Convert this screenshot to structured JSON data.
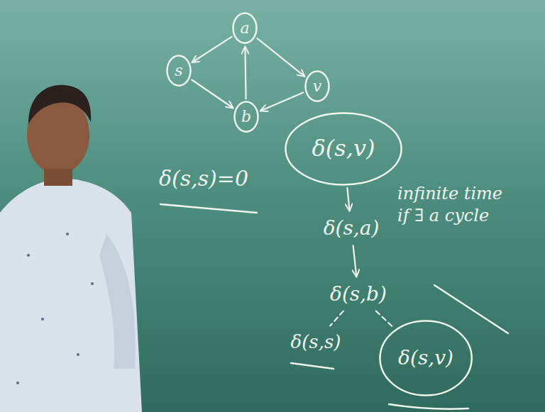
{
  "diagram": {
    "nodes": [
      {
        "text": [
          "a"
        ]
      },
      {
        "text": [
          "s"
        ]
      },
      {
        "text": [
          "v"
        ]
      },
      {
        "text": [
          "b"
        ]
      },
      {
        "text": [
          "δ(s,v)"
        ]
      },
      {
        "text": [
          "δ(s,a)"
        ]
      },
      {
        "text": [
          "δ(s,b)"
        ]
      },
      {
        "text": [
          "δ(s,s)"
        ]
      },
      {
        "text": [
          "δ(s,v)"
        ]
      }
    ],
    "edges": [
      {
        "from": 0,
        "to": 1,
        "arrow": "to"
      },
      {
        "from": 1,
        "to": 3,
        "arrow": "to"
      },
      {
        "from": 3,
        "to": 0,
        "arrow": "to"
      },
      {
        "from": 0,
        "to": 2,
        "arrow": "to"
      },
      {
        "from": 2,
        "to": 3,
        "arrow": "to"
      },
      {
        "from": 4,
        "to": 5,
        "arrow": "to"
      },
      {
        "from": 5,
        "to": 6,
        "arrow": "to"
      },
      {
        "from": 6,
        "to": 7,
        "arrow": "none"
      },
      {
        "from": 6,
        "to": 8,
        "arrow": "none"
      }
    ],
    "labels": [
      "δ(s,s)=0",
      "infinite time if ∃ a cycle"
    ]
  }
}
